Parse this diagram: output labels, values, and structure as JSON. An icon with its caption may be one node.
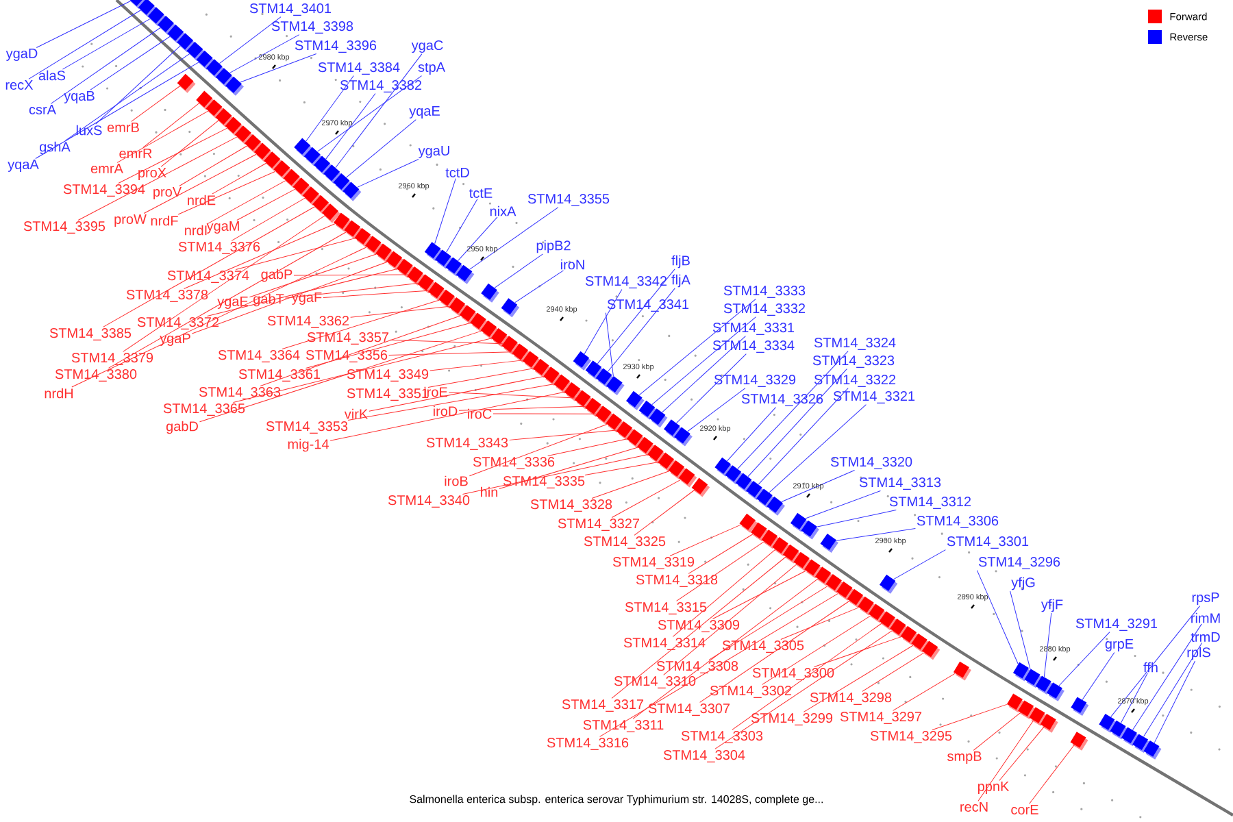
{
  "diagram": {
    "caption": "Salmonella enterica subsp. enterica serovar Typhimurium str. 14028S, complete ge...",
    "nodes": [
      {
        "text": [
          "ygaD"
        ]
      },
      {
        "text": [
          "recX"
        ]
      },
      {
        "text": [
          "alaS"
        ]
      },
      {
        "text": [
          "csrA"
        ]
      },
      {
        "text": [
          "yqaB"
        ]
      },
      {
        "text": [
          "luxS"
        ]
      },
      {
        "text": [
          "gshA"
        ]
      },
      {
        "text": [
          "yqaA"
        ]
      },
      {
        "text": [
          "emrB"
        ]
      },
      {
        "text": [
          "emrR"
        ]
      },
      {
        "text": [
          "emrA"
        ]
      },
      {
        "text": [
          "proX"
        ]
      },
      {
        "text": [
          "STM14_3394"
        ]
      },
      {
        "text": [
          "proV"
        ]
      },
      {
        "text": [
          "nrdE"
        ]
      },
      {
        "text": [
          "STM14_3395"
        ]
      },
      {
        "text": [
          "proW"
        ]
      },
      {
        "text": [
          "nrdF"
        ]
      },
      {
        "text": [
          "nrdI"
        ]
      },
      {
        "text": [
          "ygaM"
        ]
      },
      {
        "text": [
          "STM14_3376"
        ]
      },
      {
        "text": [
          "STM14_3374"
        ]
      },
      {
        "text": [
          "gabP"
        ]
      },
      {
        "text": [
          "STM14_3378"
        ]
      },
      {
        "text": [
          "ygaE"
        ]
      },
      {
        "text": [
          "gabT"
        ]
      },
      {
        "text": [
          "ygaF"
        ]
      },
      {
        "text": [
          "STM14_3372"
        ]
      },
      {
        "text": [
          "ygaP"
        ]
      },
      {
        "text": [
          "STM14_3362"
        ]
      },
      {
        "text": [
          "STM14_3385"
        ]
      },
      {
        "text": [
          "STM14_3379"
        ]
      },
      {
        "text": [
          "STM14_3380"
        ]
      },
      {
        "text": [
          "nrdH"
        ]
      },
      {
        "text": [
          "STM14_3357"
        ]
      },
      {
        "text": [
          "STM14_3364"
        ]
      },
      {
        "text": [
          "STM14_3356"
        ]
      },
      {
        "text": [
          "STM14_3361"
        ]
      },
      {
        "text": [
          "STM14_3349"
        ]
      },
      {
        "text": [
          "STM14_3363"
        ]
      },
      {
        "text": [
          "STM14_3351"
        ]
      },
      {
        "text": [
          "STM14_3365"
        ]
      },
      {
        "text": [
          "virK"
        ]
      },
      {
        "text": [
          "gabD"
        ]
      },
      {
        "text": [
          "STM14_3353"
        ]
      },
      {
        "text": [
          "mig-14"
        ]
      },
      {
        "text": [
          "iroE"
        ]
      },
      {
        "text": [
          "iroD"
        ]
      },
      {
        "text": [
          "iroC"
        ]
      },
      {
        "text": [
          "STM14_3343"
        ]
      },
      {
        "text": [
          "STM14_3336"
        ]
      },
      {
        "text": [
          "iroB"
        ]
      },
      {
        "text": [
          "hin"
        ]
      },
      {
        "text": [
          "STM14_3335"
        ]
      },
      {
        "text": [
          "STM14_3340"
        ]
      },
      {
        "text": [
          "STM14_3328"
        ]
      },
      {
        "text": [
          "STM14_3327"
        ]
      },
      {
        "text": [
          "STM14_3325"
        ]
      },
      {
        "text": [
          "STM14_3319"
        ]
      },
      {
        "text": [
          "STM14_3318"
        ]
      },
      {
        "text": [
          "STM14_3315"
        ]
      },
      {
        "text": [
          "STM14_3309"
        ]
      },
      {
        "text": [
          "STM14_3314"
        ]
      },
      {
        "text": [
          "STM14_3305"
        ]
      },
      {
        "text": [
          "STM14_3308"
        ]
      },
      {
        "text": [
          "STM14_3300"
        ]
      },
      {
        "text": [
          "STM14_3310"
        ]
      },
      {
        "text": [
          "STM14_3302"
        ]
      },
      {
        "text": [
          "STM14_3298"
        ]
      },
      {
        "text": [
          "STM14_3317"
        ]
      },
      {
        "text": [
          "STM14_3307"
        ]
      },
      {
        "text": [
          "STM14_3299"
        ]
      },
      {
        "text": [
          "STM14_3297"
        ]
      },
      {
        "text": [
          "STM14_3311"
        ]
      },
      {
        "text": [
          "STM14_3303"
        ]
      },
      {
        "text": [
          "STM14_3295"
        ]
      },
      {
        "text": [
          "STM14_3316"
        ]
      },
      {
        "text": [
          "STM14_3304"
        ]
      },
      {
        "text": [
          "smpB"
        ]
      },
      {
        "text": [
          "ppnK"
        ]
      },
      {
        "text": [
          "recN"
        ]
      },
      {
        "text": [
          "corE"
        ]
      },
      {
        "text": [
          "STM14_3401"
        ]
      },
      {
        "text": [
          "STM14_3398"
        ]
      },
      {
        "text": [
          "STM14_3396"
        ]
      },
      {
        "text": [
          "ygaC"
        ]
      },
      {
        "text": [
          "STM14_3384"
        ]
      },
      {
        "text": [
          "stpA"
        ]
      },
      {
        "text": [
          "STM14_3382"
        ]
      },
      {
        "text": [
          "yqaE"
        ]
      },
      {
        "text": [
          "ygaU"
        ]
      },
      {
        "text": [
          "tctD"
        ]
      },
      {
        "text": [
          "tctE"
        ]
      },
      {
        "text": [
          "nixA"
        ]
      },
      {
        "text": [
          "STM14_3355"
        ]
      },
      {
        "text": [
          "pipB2"
        ]
      },
      {
        "text": [
          "iroN"
        ]
      },
      {
        "text": [
          "STM14_3342"
        ]
      },
      {
        "text": [
          "fljB"
        ]
      },
      {
        "text": [
          "fljA"
        ]
      },
      {
        "text": [
          "STM14_3341"
        ]
      },
      {
        "text": [
          "STM14_3333"
        ]
      },
      {
        "text": [
          "STM14_3332"
        ]
      },
      {
        "text": [
          "STM14_3331"
        ]
      },
      {
        "text": [
          "STM14_3334"
        ]
      },
      {
        "text": [
          "STM14_3329"
        ]
      },
      {
        "text": [
          "STM14_3324"
        ]
      },
      {
        "text": [
          "STM14_3323"
        ]
      },
      {
        "text": [
          "STM14_3322"
        ]
      },
      {
        "text": [
          "STM14_3326"
        ]
      },
      {
        "text": [
          "STM14_3321"
        ]
      },
      {
        "text": [
          "STM14_3320"
        ]
      },
      {
        "text": [
          "STM14_3313"
        ]
      },
      {
        "text": [
          "STM14_3312"
        ]
      },
      {
        "text": [
          "STM14_3306"
        ]
      },
      {
        "text": [
          "STM14_3301"
        ]
      },
      {
        "text": [
          "STM14_3296"
        ]
      },
      {
        "text": [
          "yfjG"
        ]
      },
      {
        "text": [
          "yfjF"
        ]
      },
      {
        "text": [
          "STM14_3291"
        ]
      },
      {
        "text": [
          "grpE"
        ]
      },
      {
        "text": [
          "rpsP"
        ]
      },
      {
        "text": [
          "rimM"
        ]
      },
      {
        "text": [
          "trmD"
        ]
      },
      {
        "text": [
          "rplS"
        ]
      },
      {
        "text": [
          "ffh"
        ]
      },
      {
        "text": [],
        "shape": "box"
      },
      {
        "text": [],
        "shape": "box"
      },
      {
        "text": [],
        "shape": "box"
      },
      {
        "text": [],
        "shape": "box"
      },
      {
        "text": [],
        "shape": "box"
      },
      {
        "text": [],
        "shape": "box"
      },
      {
        "text": [],
        "shape": "box"
      },
      {
        "text": [],
        "shape": "box"
      },
      {
        "text": [],
        "shape": "box"
      },
      {
        "text": [],
        "shape": "box"
      },
      {
        "text": [],
        "shape": "box"
      },
      {
        "text": [],
        "shape": "box"
      },
      {
        "text": [],
        "shape": "box"
      },
      {
        "text": [],
        "shape": "box"
      },
      {
        "text": [],
        "shape": "box"
      },
      {
        "text": [],
        "shape": "box"
      },
      {
        "text": [],
        "shape": "box"
      },
      {
        "text": [],
        "shape": "box"
      },
      {
        "text": [],
        "shape": "box"
      },
      {
        "text": [],
        "shape": "box"
      },
      {
        "text": [],
        "shape": "box"
      },
      {
        "text": [],
        "shape": "box"
      },
      {
        "text": [],
        "shape": "box"
      },
      {
        "text": [],
        "shape": "box"
      },
      {
        "text": [],
        "shape": "box"
      },
      {
        "text": [],
        "shape": "box"
      },
      {
        "text": [],
        "shape": "box"
      },
      {
        "text": [],
        "shape": "box"
      },
      {
        "text": [],
        "shape": "box"
      },
      {
        "text": [],
        "shape": "box"
      },
      {
        "text": [],
        "shape": "box"
      },
      {
        "text": [],
        "shape": "box"
      },
      {
        "text": [],
        "shape": "box"
      },
      {
        "text": [],
        "shape": "box"
      },
      {
        "text": [],
        "shape": "box"
      },
      {
        "text": [],
        "shape": "box"
      },
      {
        "text": [],
        "shape": "box"
      },
      {
        "text": [],
        "shape": "box"
      },
      {
        "text": [],
        "shape": "box"
      },
      {
        "text": [],
        "shape": "box"
      },
      {
        "text": [],
        "shape": "box"
      },
      {
        "text": [],
        "shape": "box"
      },
      {
        "text": [],
        "shape": "box"
      },
      {
        "text": [],
        "shape": "box"
      },
      {
        "text": [],
        "shape": "box"
      },
      {
        "text": [],
        "shape": "box"
      },
      {
        "text": [],
        "shape": "box"
      },
      {
        "text": [],
        "shape": "box"
      },
      {
        "text": [],
        "shape": "box"
      },
      {
        "text": [],
        "shape": "box"
      },
      {
        "text": [],
        "shape": "box"
      },
      {
        "text": [],
        "shape": "box"
      },
      {
        "text": [],
        "shape": "box"
      },
      {
        "text": [],
        "shape": "box"
      },
      {
        "text": [],
        "shape": "box"
      },
      {
        "text": [],
        "shape": "box"
      },
      {
        "text": [],
        "shape": "box"
      },
      {
        "text": [],
        "shape": "box"
      },
      {
        "text": [],
        "shape": "box"
      },
      {
        "text": [],
        "shape": "box"
      },
      {
        "text": [],
        "shape": "box"
      },
      {
        "text": [],
        "shape": "box"
      },
      {
        "text": [],
        "shape": "box"
      },
      {
        "text": [],
        "shape": "box"
      },
      {
        "text": [],
        "shape": "box"
      },
      {
        "text": [],
        "shape": "box"
      },
      {
        "text": [],
        "shape": "box"
      },
      {
        "text": [],
        "shape": "box"
      },
      {
        "text": [],
        "shape": "box"
      },
      {
        "text": [],
        "shape": "box"
      },
      {
        "text": [],
        "shape": "box"
      },
      {
        "text": [],
        "shape": "box"
      },
      {
        "text": [],
        "shape": "box"
      },
      {
        "text": [],
        "shape": "box"
      },
      {
        "text": [],
        "shape": "box"
      },
      {
        "text": [],
        "shape": "box"
      },
      {
        "text": [],
        "shape": "box"
      },
      {
        "text": [],
        "shape": "box"
      },
      {
        "text": [],
        "shape": "box"
      },
      {
        "text": [],
        "shape": "box"
      },
      {
        "text": [],
        "shape": "box"
      },
      {
        "text": [],
        "shape": "box"
      },
      {
        "text": [],
        "shape": "box"
      },
      {
        "text": [],
        "shape": "box"
      },
      {
        "text": [],
        "shape": "box"
      },
      {
        "text": [],
        "shape": "box"
      },
      {
        "text": [],
        "shape": "box"
      },
      {
        "text": [],
        "shape": "box"
      },
      {
        "text": [],
        "shape": "box"
      },
      {
        "text": [],
        "shape": "box"
      },
      {
        "text": [],
        "shape": "box"
      },
      {
        "text": [],
        "shape": "box"
      },
      {
        "text": [],
        "shape": "box"
      },
      {
        "text": [],
        "shape": "box"
      },
      {
        "text": [],
        "shape": "box"
      },
      {
        "text": [],
        "shape": "box"
      },
      {
        "text": [],
        "shape": "box"
      },
      {
        "text": [],
        "shape": "box"
      },
      {
        "text": [],
        "shape": "box"
      },
      {
        "text": [],
        "shape": "box"
      },
      {
        "text": [],
        "shape": "box"
      },
      {
        "text": [],
        "shape": "box"
      },
      {
        "text": [],
        "shape": "box"
      },
      {
        "text": [],
        "shape": "box"
      },
      {
        "text": [],
        "shape": "box"
      },
      {
        "text": [],
        "shape": "box"
      },
      {
        "text": [],
        "shape": "box"
      },
      {
        "text": [],
        "shape": "box"
      },
      {
        "text": [],
        "shape": "box"
      },
      {
        "text": [],
        "shape": "box"
      },
      {
        "text": [],
        "shape": "box"
      },
      {
        "text": [],
        "shape": "box"
      },
      {
        "text": [],
        "shape": "box"
      },
      {
        "text": [],
        "shape": "box"
      },
      {
        "text": [],
        "shape": "box"
      },
      {
        "text": [],
        "shape": "box"
      },
      {
        "text": [],
        "shape": "box"
      },
      {
        "text": [],
        "shape": "box"
      },
      {
        "text": [],
        "shape": "box"
      },
      {
        "text": [],
        "shape": "box"
      },
      {
        "text": [],
        "shape": "box"
      },
      {
        "text": [],
        "shape": "box"
      },
      {
        "text": [],
        "shape": "box"
      },
      {
        "text": [],
        "shape": "box"
      },
      {
        "text": [],
        "shape": "box"
      },
      {
        "text": [],
        "shape": "box"
      }
    ],
    "edges": [
      {
        "from": 0,
        "to": 126,
        "arrow": "none",
        "color": "#3333ff"
      },
      {
        "from": 1,
        "to": 127,
        "arrow": "none",
        "color": "#3333ff"
      },
      {
        "from": 2,
        "to": 128,
        "arrow": "none",
        "color": "#3333ff"
      },
      {
        "from": 3,
        "to": 129,
        "arrow": "none",
        "color": "#3333ff"
      },
      {
        "from": 4,
        "to": 130,
        "arrow": "none",
        "color": "#3333ff"
      },
      {
        "from": 5,
        "to": 131,
        "arrow": "none",
        "color": "#3333ff"
      },
      {
        "from": 6,
        "to": 132,
        "arrow": "none",
        "color": "#3333ff"
      },
      {
        "from": 7,
        "to": 133,
        "arrow": "none",
        "color": "#3333ff"
      },
      {
        "from": 8,
        "to": 134,
        "arrow": "none"
      },
      {
        "from": 9,
        "to": 135,
        "arrow": "none"
      },
      {
        "from": 10,
        "to": 136,
        "arrow": "none"
      },
      {
        "from": 11,
        "to": 137,
        "arrow": "none"
      },
      {
        "from": 12,
        "to": 138,
        "arrow": "none"
      },
      {
        "from": 13,
        "to": 139,
        "arrow": "none"
      },
      {
        "from": 14,
        "to": 140,
        "arrow": "none"
      },
      {
        "from": 15,
        "to": 141,
        "arrow": "none"
      },
      {
        "from": 16,
        "to": 142,
        "arrow": "none"
      },
      {
        "from": 17,
        "to": 143,
        "arrow": "none"
      },
      {
        "from": 18,
        "to": 144,
        "arrow": "none"
      },
      {
        "from": 19,
        "to": 145,
        "arrow": "none"
      },
      {
        "from": 20,
        "to": 146,
        "arrow": "none"
      },
      {
        "from": 21,
        "to": 147,
        "arrow": "none"
      },
      {
        "from": 22,
        "to": 148,
        "arrow": "none"
      },
      {
        "from": 23,
        "to": 149,
        "arrow": "none"
      },
      {
        "from": 24,
        "to": 150,
        "arrow": "none"
      },
      {
        "from": 25,
        "to": 151,
        "arrow": "none"
      },
      {
        "from": 26,
        "to": 152,
        "arrow": "none"
      },
      {
        "from": 27,
        "to": 153,
        "arrow": "none"
      },
      {
        "from": 28,
        "to": 154,
        "arrow": "none"
      },
      {
        "from": 29,
        "to": 155,
        "arrow": "none"
      },
      {
        "from": 30,
        "to": 156,
        "arrow": "none"
      },
      {
        "from": 31,
        "to": 157,
        "arrow": "none"
      },
      {
        "from": 32,
        "to": 158,
        "arrow": "none"
      },
      {
        "from": 33,
        "to": 159,
        "arrow": "none"
      },
      {
        "from": 34,
        "to": 160,
        "arrow": "none"
      },
      {
        "from": 35,
        "to": 161,
        "arrow": "none"
      },
      {
        "from": 36,
        "to": 162,
        "arrow": "none"
      },
      {
        "from": 37,
        "to": 163,
        "arrow": "none"
      },
      {
        "from": 38,
        "to": 164,
        "arrow": "none"
      },
      {
        "from": 39,
        "to": 165,
        "arrow": "none"
      },
      {
        "from": 40,
        "to": 166,
        "arrow": "none"
      },
      {
        "from": 41,
        "to": 167,
        "arrow": "none"
      },
      {
        "from": 42,
        "to": 168,
        "arrow": "none"
      },
      {
        "from": 43,
        "to": 169,
        "arrow": "none"
      },
      {
        "from": 44,
        "to": 170,
        "arrow": "none"
      },
      {
        "from": 45,
        "to": 171,
        "arrow": "none"
      },
      {
        "from": 46,
        "to": 172,
        "arrow": "none"
      },
      {
        "from": 47,
        "to": 173,
        "arrow": "none"
      },
      {
        "from": 48,
        "to": 174,
        "arrow": "none"
      },
      {
        "from": 49,
        "to": 175,
        "arrow": "none"
      },
      {
        "from": 50,
        "to": 176,
        "arrow": "none"
      },
      {
        "from": 51,
        "to": 177,
        "arrow": "none"
      },
      {
        "from": 52,
        "to": 178,
        "arrow": "none"
      },
      {
        "from": 53,
        "to": 179,
        "arrow": "none"
      },
      {
        "from": 54,
        "to": 180,
        "arrow": "none"
      },
      {
        "from": 55,
        "to": 181,
        "arrow": "none"
      },
      {
        "from": 56,
        "to": 182,
        "arrow": "none"
      },
      {
        "from": 57,
        "to": 183,
        "arrow": "none"
      },
      {
        "from": 58,
        "to": 184,
        "arrow": "none"
      },
      {
        "from": 59,
        "to": 185,
        "arrow": "none"
      },
      {
        "from": 60,
        "to": 186,
        "arrow": "none"
      },
      {
        "from": 61,
        "to": 187,
        "arrow": "none"
      },
      {
        "from": 62,
        "to": 188,
        "arrow": "none"
      },
      {
        "from": 63,
        "to": 189,
        "arrow": "none"
      },
      {
        "from": 64,
        "to": 190,
        "arrow": "none"
      },
      {
        "from": 65,
        "to": 191,
        "arrow": "none"
      },
      {
        "from": 66,
        "to": 192,
        "arrow": "none"
      },
      {
        "from": 67,
        "to": 193,
        "arrow": "none"
      },
      {
        "from": 68,
        "to": 194,
        "arrow": "none"
      },
      {
        "from": 69,
        "to": 195,
        "arrow": "none"
      },
      {
        "from": 70,
        "to": 196,
        "arrow": "none"
      },
      {
        "from": 71,
        "to": 197,
        "arrow": "none"
      },
      {
        "from": 72,
        "to": 198,
        "arrow": "none"
      },
      {
        "from": 73,
        "to": 199,
        "arrow": "none"
      },
      {
        "from": 74,
        "to": 200,
        "arrow": "none"
      },
      {
        "from": 75,
        "to": 201,
        "arrow": "none"
      },
      {
        "from": 76,
        "to": 202,
        "arrow": "none"
      },
      {
        "from": 77,
        "to": 203,
        "arrow": "none"
      },
      {
        "from": 78,
        "to": 204,
        "arrow": "none"
      },
      {
        "from": 79,
        "to": 205,
        "arrow": "none"
      },
      {
        "from": 80,
        "to": 206,
        "arrow": "none"
      },
      {
        "from": 81,
        "to": 207,
        "arrow": "none"
      },
      {
        "from": 82,
        "to": 208,
        "arrow": "none",
        "color": "#3333ff"
      },
      {
        "from": 83,
        "to": 209,
        "arrow": "none",
        "color": "#3333ff"
      },
      {
        "from": 84,
        "to": 210,
        "arrow": "none",
        "color": "#3333ff"
      },
      {
        "from": 85,
        "to": 211,
        "arrow": "none",
        "color": "#3333ff"
      },
      {
        "from": 86,
        "to": 212,
        "arrow": "none",
        "color": "#3333ff"
      },
      {
        "from": 87,
        "to": 213,
        "arrow": "none",
        "color": "#3333ff"
      },
      {
        "from": 88,
        "to": 214,
        "arrow": "none",
        "color": "#3333ff"
      },
      {
        "from": 89,
        "to": 215,
        "arrow": "none",
        "color": "#3333ff"
      },
      {
        "from": 90,
        "to": 216,
        "arrow": "none",
        "color": "#3333ff"
      },
      {
        "from": 91,
        "to": 217,
        "arrow": "none",
        "color": "#3333ff"
      },
      {
        "from": 92,
        "to": 218,
        "arrow": "none",
        "color": "#3333ff"
      },
      {
        "from": 93,
        "to": 219,
        "arrow": "none",
        "color": "#3333ff"
      },
      {
        "from": 94,
        "to": 220,
        "arrow": "none",
        "color": "#3333ff"
      },
      {
        "from": 95,
        "to": 221,
        "arrow": "none",
        "color": "#3333ff"
      },
      {
        "from": 96,
        "to": 222,
        "arrow": "none",
        "color": "#3333ff"
      },
      {
        "from": 97,
        "to": 223,
        "arrow": "none",
        "color": "#3333ff"
      },
      {
        "from": 98,
        "to": 224,
        "arrow": "none",
        "color": "#3333ff"
      },
      {
        "from": 99,
        "to": 225,
        "arrow": "none",
        "color": "#3333ff"
      },
      {
        "from": 100,
        "to": 226,
        "arrow": "none",
        "color": "#3333ff"
      },
      {
        "from": 101,
        "to": 227,
        "arrow": "none",
        "color": "#3333ff"
      },
      {
        "from": 102,
        "to": 228,
        "arrow": "none",
        "color": "#3333ff"
      },
      {
        "from": 103,
        "to": 229,
        "arrow": "none",
        "color": "#3333ff"
      },
      {
        "from": 104,
        "to": 230,
        "arrow": "none",
        "color": "#3333ff"
      },
      {
        "from": 105,
        "to": 231,
        "arrow": "none",
        "color": "#3333ff"
      },
      {
        "from": 106,
        "to": 232,
        "arrow": "none",
        "color": "#3333ff"
      },
      {
        "from": 107,
        "to": 233,
        "arrow": "none",
        "color": "#3333ff"
      },
      {
        "from": 108,
        "to": 234,
        "arrow": "none",
        "color": "#3333ff"
      },
      {
        "from": 109,
        "to": 235,
        "arrow": "none",
        "color": "#3333ff"
      },
      {
        "from": 110,
        "to": 236,
        "arrow": "none",
        "color": "#3333ff"
      },
      {
        "from": 111,
        "to": 237,
        "arrow": "none",
        "color": "#3333ff"
      },
      {
        "from": 112,
        "to": 238,
        "arrow": "none",
        "color": "#3333ff"
      },
      {
        "from": 113,
        "to": 239,
        "arrow": "none",
        "color": "#3333ff"
      },
      {
        "from": 114,
        "to": 240,
        "arrow": "none",
        "color": "#3333ff"
      },
      {
        "from": 115,
        "to": 241,
        "arrow": "none",
        "color": "#3333ff"
      },
      {
        "from": 116,
        "to": 242,
        "arrow": "none",
        "color": "#3333ff"
      },
      {
        "from": 117,
        "to": 243,
        "arrow": "none",
        "color": "#3333ff"
      },
      {
        "from": 118,
        "to": 244,
        "arrow": "none",
        "color": "#3333ff"
      },
      {
        "from": 119,
        "to": 245,
        "arrow": "none",
        "color": "#3333ff"
      },
      {
        "from": 120,
        "to": 246,
        "arrow": "none",
        "color": "#3333ff"
      },
      {
        "from": 121,
        "to": 247,
        "arrow": "none",
        "color": "#3333ff"
      },
      {
        "from": 122,
        "to": 248,
        "arrow": "none",
        "color": "#3333ff"
      },
      {
        "from": 123,
        "to": 249,
        "arrow": "none",
        "color": "#3333ff"
      },
      {
        "from": 124,
        "to": 250,
        "arrow": "none",
        "color": "#3333ff"
      },
      {
        "from": 125,
        "to": 251,
        "arrow": "none",
        "color": "#3333ff"
      }
    ],
    "labels": [
      "2980 kbp",
      "2970 kbp",
      "2960 kbp",
      "2950 kbp",
      "2940 kbp",
      "2930 kbp",
      "2920 kbp",
      "2910 kbp",
      "2900 kbp",
      "2890 kbp",
      "2880 kbp",
      "2870 kbp"
    ],
    "legend": [
      {
        "text": "Forward",
        "color": "#ff0000"
      },
      {
        "text": "Reverse",
        "color": "#0000ff"
      }
    ]
  }
}
